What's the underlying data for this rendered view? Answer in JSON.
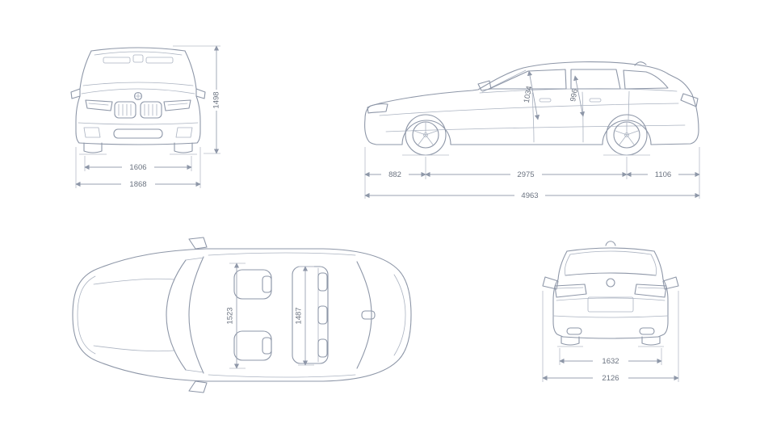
{
  "diagram": {
    "line_color": "#8e97a8",
    "text_color": "#6b7380",
    "background": "#ffffff"
  },
  "views": {
    "front": {
      "dims": {
        "overall_height": "1498",
        "front_track": "1606",
        "body_width": "1868"
      }
    },
    "side": {
      "dims": {
        "front_headroom": "1034",
        "rear_headroom": "996",
        "front_overhang": "882",
        "wheelbase": "2975",
        "rear_overhang": "1106",
        "overall_length": "4963"
      }
    },
    "top": {
      "dims": {
        "front_interior_width": "1523",
        "rear_interior_width": "1487"
      }
    },
    "rear": {
      "dims": {
        "rear_track": "1632",
        "width_with_mirrors": "2126"
      }
    }
  }
}
